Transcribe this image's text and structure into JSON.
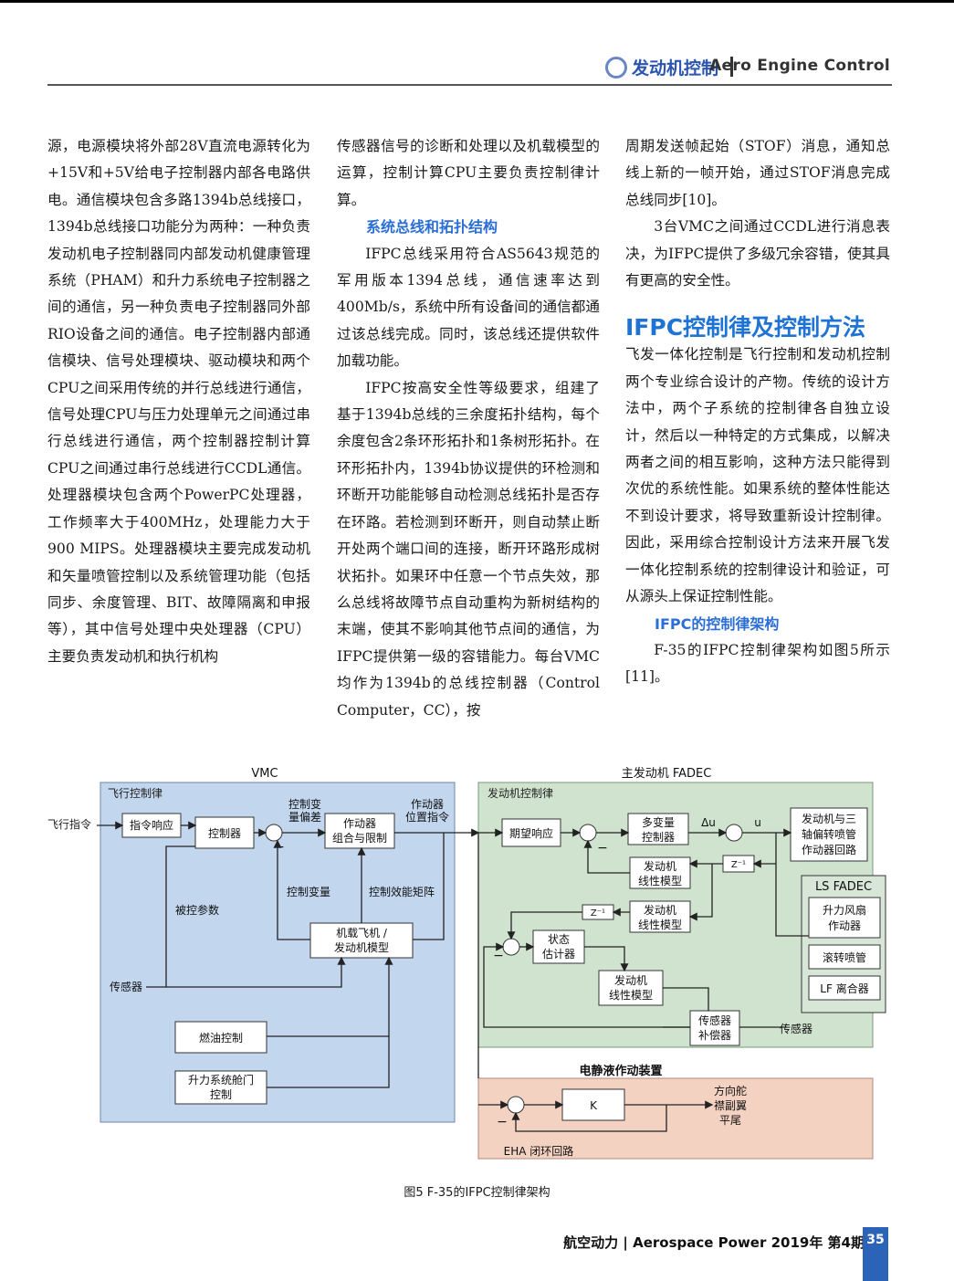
{
  "header": {
    "cn": "发动机控制",
    "en": "Aero Engine Control"
  },
  "col1": [
    "源，电源模块将外部28V直流电源转化为+15V和+5V给电子控制器内部各电路供电。通信模块包含多路1394b总线接口，1394b总线接口功能分为两种：一种负责发动机电子控制器同内部发动机健康管理系统（PHAM）和升力系统电子控制器之间的通信，另一种负责电子控制器同外部RIO设备之间的通信。电子控制器内部通信模块、信号处理模块、驱动模块和两个CPU之间采用传统的并行总线进行通信，信号处理CPU与压力处理单元之间通过串行总线进行通信，两个控制器控制计算CPU之间通过串行总线进行CCDL通信。处理器模块包含两个PowerPC处理器，工作频率大于400MHz，处理能力大于900 MIPS。处理器模块主要完成发动机和矢量喷管控制以及系统管理功能（包括同步、余度管理、BIT、故障隔离和申报等），其中信号处理中央处理器（CPU）主要负责发动机和执行机构"
  ],
  "col2": {
    "p0": "传感器信号的诊断和处理以及机载模型的运算，控制计算CPU主要负责控制律计算。",
    "sub1": "系统总线和拓扑结构",
    "p1": "IFPC总线采用符合AS5643规范的军用版本1394总线，通信速率达到400Mb/s，系统中所有设备间的通信都通过该总线完成。同时，该总线还提供软件加载功能。",
    "p2": "IFPC按高安全性等级要求，组建了基于1394b总线的三余度拓扑结构，每个余度包含2条环形拓扑和1条树形拓扑。在环形拓扑内，1394b协议提供的环检测和环断开功能能够自动检测总线拓扑是否存在环路。若检测到环断开，则自动禁止断开处两个端口间的连接，断开环路形成树状拓扑。如果环中任意一个节点失效，那么总线将故障节点自动重构为新树结构的末端，使其不影响其他节点间的通信，为IFPC提供第一级的容错能力。每台VMC均作为1394b的总线控制器（Control Computer，CC），按"
  },
  "col3": {
    "p0": "周期发送帧起始（STOF）消息，通知总线上新的一帧开始，通过STOF消息完成总线同步[10]。",
    "p1": "3台VMC之间通过CCDL进行消息表决，为IFPC提供了多级冗余容错，使其具有更高的安全性。",
    "h1": "IFPC控制律及控制方法",
    "p2": "飞发一体化控制是飞行控制和发动机控制两个专业综合设计的产物。传统的设计方法中，两个子系统的控制律各自独立设计，然后以一种特定的方式集成，以解决两者之间的相互影响，这种方法只能得到次优的系统性能。如果系统的整体性能达不到设计要求，将导致重新设计控制律。因此，采用综合控制设计方法来开展飞发一体化控制系统的控制律设计和验证，可从源头上保证控制性能。",
    "sub2": "IFPC的控制律架构",
    "p3": "F-35的IFPC控制律架构如图5所示[11]。"
  },
  "figure": {
    "vmc": "VMC",
    "fadec_title": "主发动机 FADEC",
    "flight_law": "飞行控制律",
    "engine_law": "发动机控制律",
    "flight_cmd": "飞行指令",
    "cmd_resp": "指令响应",
    "controller": "控制器",
    "dev1": "控制变",
    "dev2": "量偏差",
    "act1": "作动器",
    "act2": "组合与限制",
    "pos1": "作动器",
    "pos2": "位置指令",
    "ctl_var": "控制变量",
    "ctl_eff": "控制效能矩阵",
    "controlled": "被控参数",
    "model1": "机载飞机 /",
    "model2": "发动机模型",
    "sensor": "传感器",
    "fuel": "燃油控制",
    "lift1": "升力系统舱门",
    "lift2": "控制",
    "desired": "期望响应",
    "mv1": "多变量",
    "mv2": "控制器",
    "du": "Δu",
    "u": "u",
    "loop1": "发动机与三",
    "loop2": "轴偏转喷管",
    "loop3": "作动器回路",
    "z1": "Z⁻¹",
    "z2": "Z⁻¹",
    "lin1a": "发动机",
    "lin1b": "线性模型",
    "lin2a": "发动机",
    "lin2b": "线性模型",
    "ls_fadec": "LS FADEC",
    "fan1": "升力风扇",
    "fan2": "作动器",
    "roll": "滚转喷管",
    "lf": "LF 离合器",
    "st1": "状态",
    "st2": "估计器",
    "lin3a": "发动机",
    "lin3b": "线性模型",
    "comp1": "传感器",
    "comp2": "补偿器",
    "sensor2": "传感器",
    "eha_title": "电静液作动装置",
    "k": "K",
    "rud1": "方向舵",
    "rud2": "襟副翼",
    "rud3": "平尾",
    "eha_loop": "EHA 闭环回路",
    "minus": "−"
  },
  "caption": "图5  F-35的IFPC控制律架构",
  "footer": "航空动力 | Aerospace Power  2019年 第4期",
  "page": "35"
}
